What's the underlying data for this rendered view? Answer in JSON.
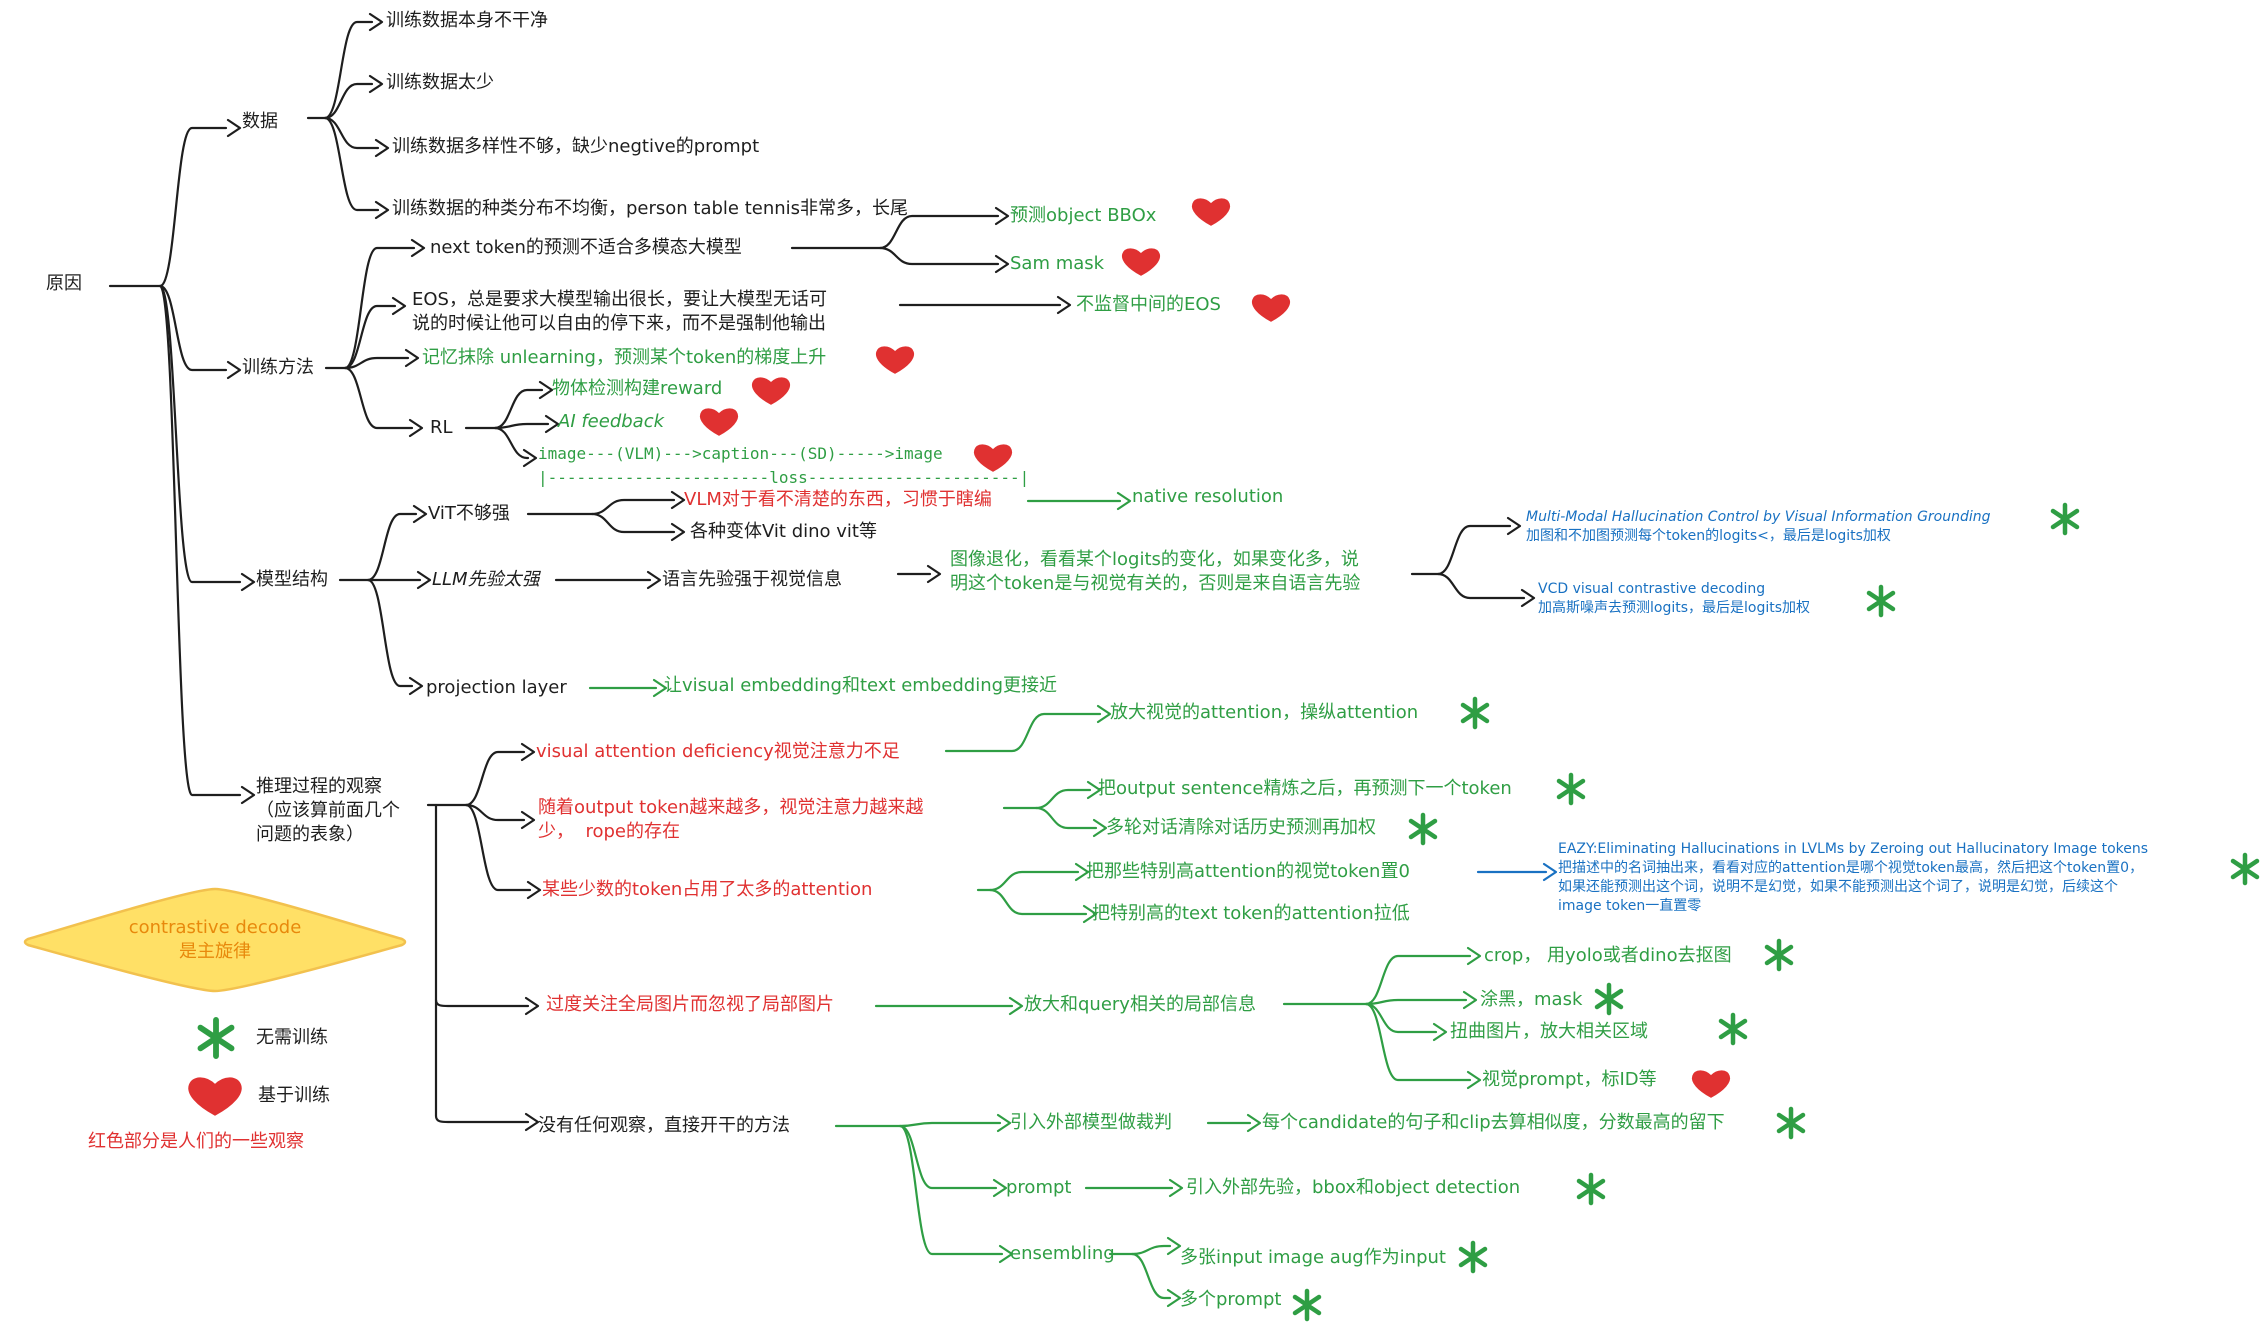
{
  "colors": {
    "ink": "#1e1e1e",
    "green": "#2f9e44",
    "red": "#e03131",
    "blue": "#1971c2",
    "orange": "#e8890c",
    "diamond_fill": "#ffe066",
    "diamond_stroke": "#f2c14e"
  },
  "icons": {
    "star": "green-asterisk-icon",
    "heart": "red-heart-icon"
  },
  "root": "原因",
  "branches": {
    "data": {
      "label": "数据",
      "items": [
        "训练数据本身不干净",
        "训练数据太少",
        "训练数据多样性不够，缺少negtive的prompt",
        "训练数据的种类分布不均衡，person table tennis非常多，长尾"
      ]
    },
    "training": {
      "label": "训练方法",
      "next_token": {
        "label": "next token的预测不适合多模态大模型",
        "children": [
          "预测object BBOx",
          "Sam mask"
        ]
      },
      "eos": {
        "lines": [
          "EOS，总是要求大模型输出很长，要让大模型无话可",
          "说的时候让他可以自由的停下来，而不是强制他输出"
        ],
        "child": "不监督中间的EOS"
      },
      "unlearning": "记忆抹除 unlearning，预测某个token的梯度上升",
      "rl": {
        "label": "RL",
        "children": [
          "物体检测构建reward",
          "AI feedback"
        ],
        "pipeline": {
          "line1": "image---(VLM)--->caption---(SD)----->image",
          "line2": "|-----------------------loss----------------------|"
        }
      }
    },
    "architecture": {
      "label": "模型结构",
      "vit": {
        "label": "ViT不够强",
        "children": [
          "VLM对于看不清楚的东西，习惯于瞎编",
          "各种变体Vit dino vit等"
        ],
        "followup": "native resolution"
      },
      "llm": {
        "label": "LLM先验太强",
        "child": "语言先验强于视觉信息",
        "detail": [
          "图像退化，看看某个logits的变化，如果变化多，说",
          "明这个token是与视觉有关的，否则是来自语言先验"
        ],
        "papers": [
          {
            "title": "Multi-Modal Hallucination Control by Visual Information Grounding",
            "desc": "加图和不加图预测每个token的logits<，最后是logits加权"
          },
          {
            "title": "VCD visual contrastive decoding",
            "desc": "加高斯噪声去预测logits，最后是logits加权"
          }
        ]
      },
      "projection": {
        "label": "projection layer",
        "child": "让visual embedding和text embedding更接近"
      }
    },
    "inference": {
      "label_lines": [
        "推理过程的观察",
        "（应该算前面几个",
        "问题的表象）"
      ],
      "attention_deficiency": {
        "label": "visual attention deficiency视觉注意力不足",
        "child": "放大视觉的attention，操纵attention"
      },
      "longer_output": {
        "lines": [
          "随着output token越来越多，视觉注意力越来越",
          "少，  rope的存在"
        ],
        "children": [
          "把output sentence精炼之后，再预测下一个token",
          "多轮对话清除对话历史预测再加权"
        ]
      },
      "few_tokens": {
        "label": "某些少数的token占用了太多的attention",
        "children": [
          "把那些特别高attention的视觉token置0",
          "把特别高的text token的attention拉低"
        ],
        "paper": {
          "title": "EAZY:Eliminating Hallucinations in LVLMs by Zeroing out Hallucinatory Image tokens",
          "desc": [
            "把描述中的名词抽出来，看看对应的attention是哪个视觉token最高，然后把这个token置0，",
            "如果还能预测出这个词，说明不是幻觉，如果不能预测出这个词了，说明是幻觉，后续这个",
            "image token一直置零"
          ]
        }
      },
      "global_focus": {
        "label": "过度关注全局图片而忽视了局部图片",
        "child": "放大和query相关的局部信息",
        "children": [
          "crop，  用yolo或者dino去抠图",
          "涂黑，mask",
          "扭曲图片，放大相关区域",
          "视觉prompt，标ID等"
        ]
      },
      "none": {
        "label": "没有任何观察，直接开干的方法",
        "judge": {
          "label": "引入外部模型做裁判",
          "child": "每个candidate的句子和clip去算相似度，分数最高的留下"
        },
        "prompt": {
          "label": "prompt",
          "child": "引入外部先验，bbox和object detection"
        },
        "ensembling": {
          "label": "ensembling",
          "children": [
            "多张input image aug作为input",
            "多个prompt"
          ]
        }
      }
    }
  },
  "legend": {
    "diamond": [
      "contrastive decode",
      "是主旋律"
    ],
    "no_training": "无需训练",
    "training_based": "基于训练",
    "red_note": "红色部分是人们的一些观察"
  }
}
